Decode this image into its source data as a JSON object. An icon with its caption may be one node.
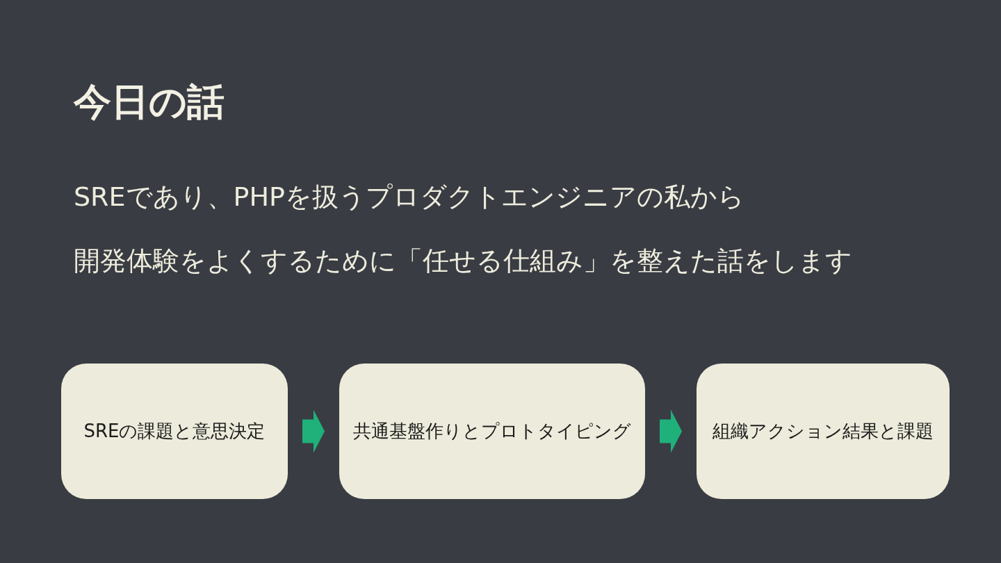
{
  "diagram": {
    "title": "今日の話",
    "nodes": [
      {
        "text": [
          "SREの課題と意思決定"
        ]
      },
      {
        "text": [
          "共通基盤作りとプロトタイピング"
        ]
      },
      {
        "text": [
          "組織アクション結果と課題"
        ]
      }
    ],
    "edges": [
      {
        "from": 0,
        "to": 1,
        "arrow": "to"
      },
      {
        "from": 1,
        "to": 2,
        "arrow": "to"
      }
    ],
    "labels": [
      "SREであり、PHPを扱うプロダクトエンジニアの私から",
      "開発体験をよくするために「任せる仕組み」を整えた話をします"
    ]
  }
}
